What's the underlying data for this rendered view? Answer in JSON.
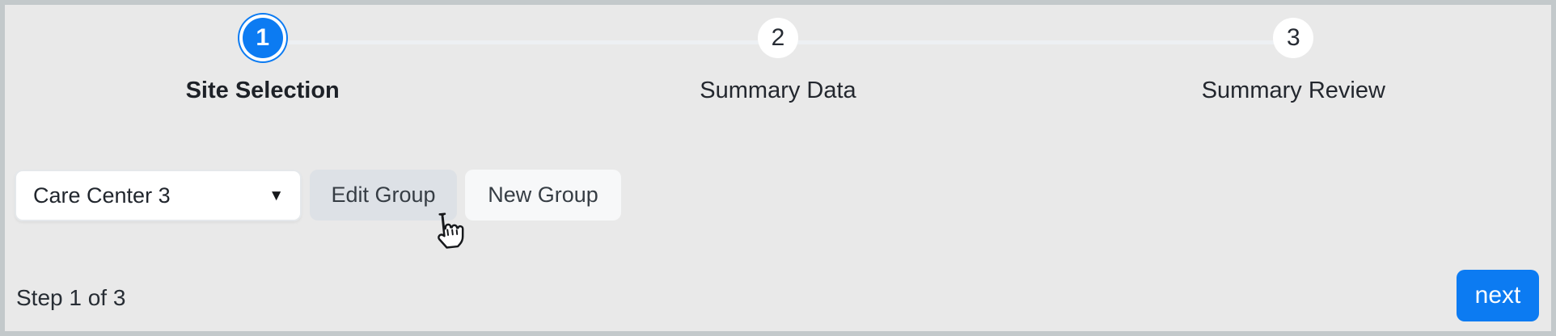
{
  "stepper": {
    "steps": [
      {
        "number": "1",
        "label": "Site Selection",
        "state": "active"
      },
      {
        "number": "2",
        "label": "Summary Data",
        "state": "upcoming"
      },
      {
        "number": "3",
        "label": "Summary Review",
        "state": "upcoming"
      }
    ]
  },
  "toolbar": {
    "site_select": {
      "value": "Care Center 3"
    },
    "edit_group_label": "Edit Group",
    "new_group_label": "New Group"
  },
  "footer": {
    "step_indicator": "Step 1 of 3",
    "next_label": "next"
  },
  "icons": {
    "dropdown_arrow": "▼",
    "cursor": "pointer-hand"
  },
  "colors": {
    "accent_blue": "#0c7bf2",
    "background": "#e9e9e9",
    "border_gray": "#c3c9cb",
    "edit_button_bg": "#dde1e6",
    "new_button_bg": "#f7f8f9",
    "connector_line": "#edf0f3",
    "text_dark": "#23282f",
    "next_button_text": "#ffffff"
  }
}
